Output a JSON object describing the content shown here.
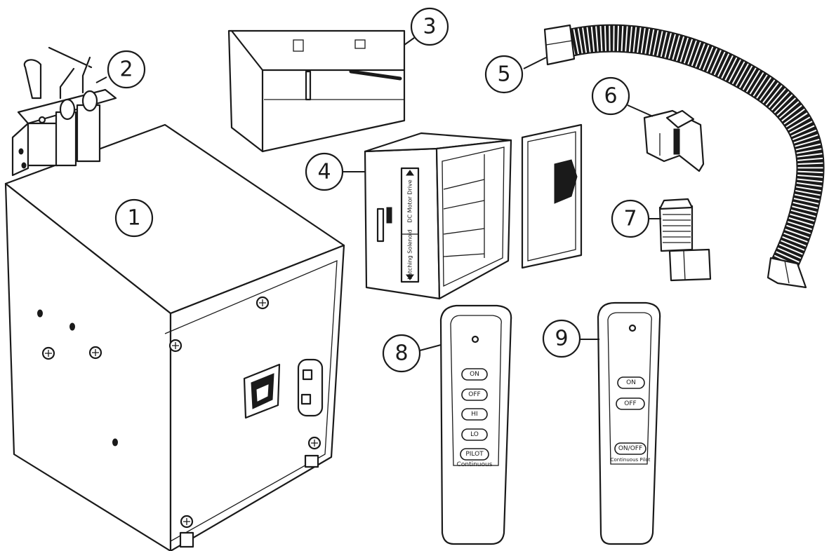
{
  "callouts": [
    "1",
    "2",
    "3",
    "4",
    "5",
    "6",
    "7",
    "8",
    "9"
  ],
  "part4": {
    "label_top": "DC Motor Drive",
    "label_bottom": "Latching Solenoid"
  },
  "remote8": {
    "buttons": [
      "ON",
      "OFF",
      "HI",
      "LO",
      "PILOT"
    ],
    "caption": "Continuous"
  },
  "remote9": {
    "buttons": [
      "ON",
      "OFF",
      "ON/OFF"
    ],
    "caption": "Continuous Pilot"
  },
  "colors": {
    "line": "#1a1a1a",
    "background": "#ffffff"
  }
}
